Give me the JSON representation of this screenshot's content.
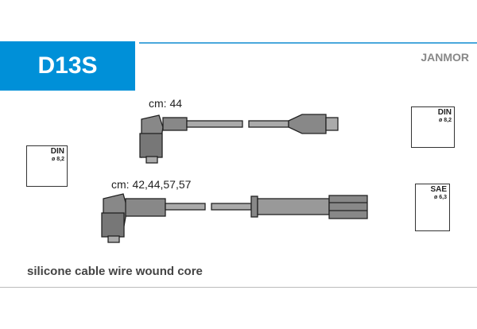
{
  "header": {
    "code": "D13S",
    "brand": "JANMOR"
  },
  "cables": [
    {
      "label": "cm: 44"
    },
    {
      "label": "cm: 42,44,57,57"
    }
  ],
  "icons": {
    "distributor_left": {
      "standard": "DIN",
      "diameter": "ø 8,2"
    },
    "coil_right": {
      "standard": "DIN",
      "diameter": "ø 8,2"
    },
    "spark_plug": {
      "standard": "SAE",
      "diameter": "ø 6,3"
    }
  },
  "description": "silicone cable wire wound core",
  "colors": {
    "accent": "#0090d8",
    "brand": "#888888"
  }
}
